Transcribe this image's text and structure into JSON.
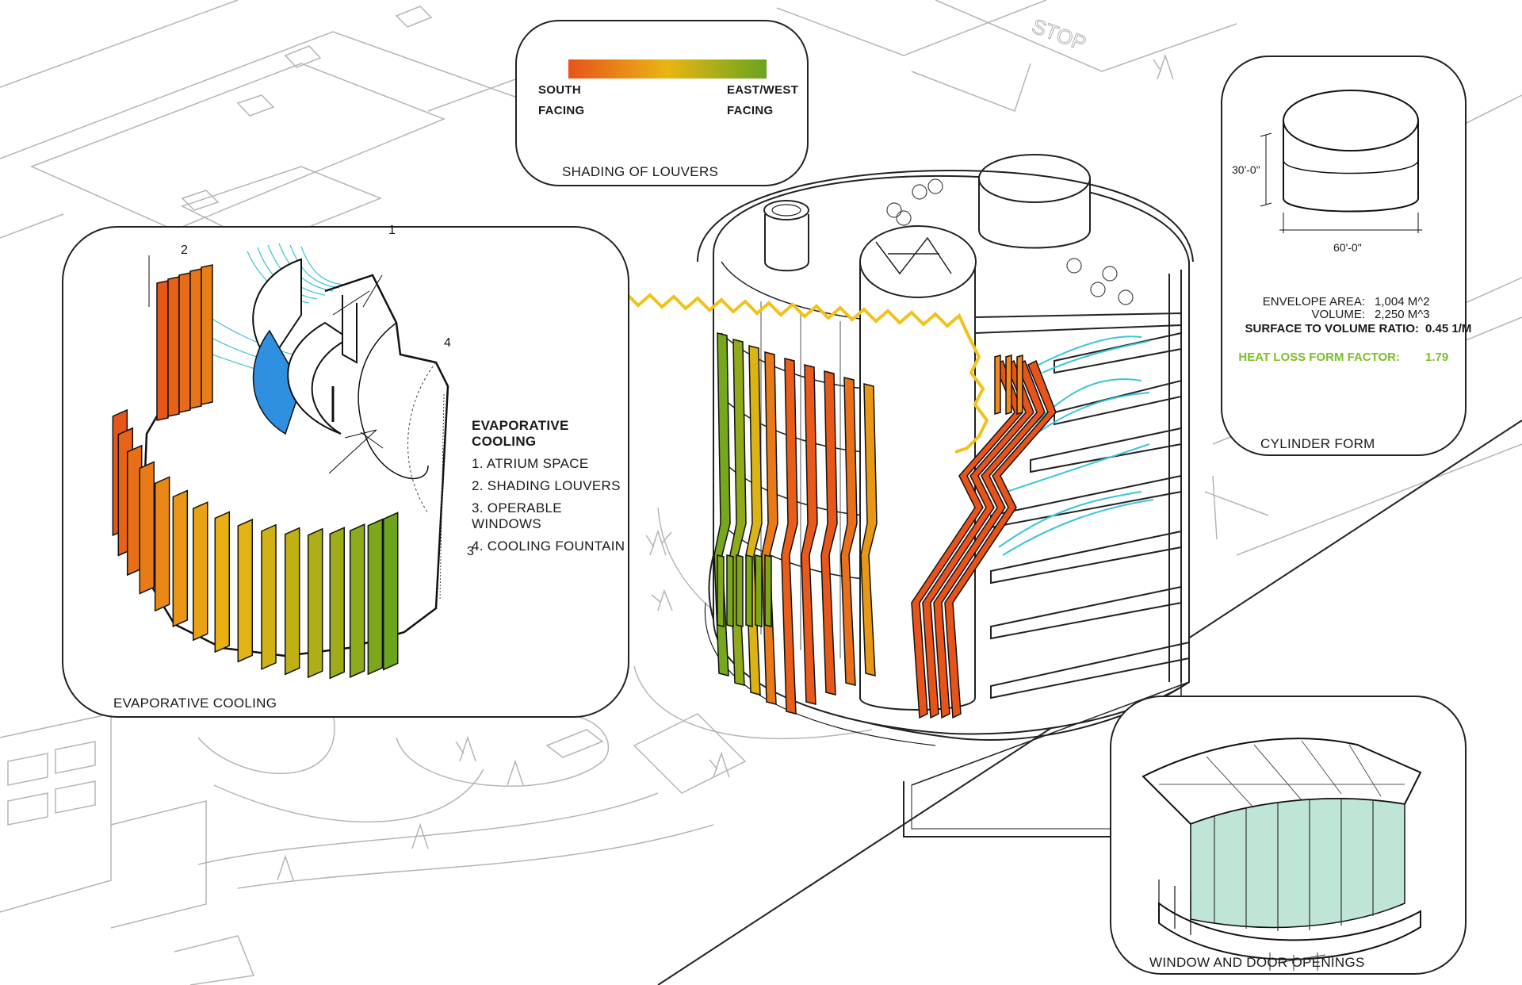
{
  "scene": {
    "stop_marking": "STOP"
  },
  "shading_panel": {
    "south_label_line1": "SOUTH",
    "south_label_line2": "FACING",
    "east_label_line1": "EAST/WEST",
    "east_label_line2": "FACING",
    "caption": "SHADING OF LOUVERS",
    "gradient_colors": [
      "#e8531a",
      "#e9b513",
      "#69a51d"
    ]
  },
  "evap_panel": {
    "title": "EVAPORATIVE COOLING",
    "items": [
      "1. ATRIUM SPACE",
      "2. SHADING LOUVERS",
      "3. OPERABLE WINDOWS",
      "4. COOLING FOUNTAIN"
    ],
    "callouts": [
      "1",
      "2",
      "3",
      "4"
    ],
    "caption": "EVAPORATIVE COOLING",
    "colors": {
      "airflow": "#3cc4d8",
      "fountain": "#2f8fe0",
      "south": "#e8531a",
      "east_west": "#69a51d"
    }
  },
  "cylinder_panel": {
    "dim_height": "30'-0\"",
    "dim_width": "60'-0\"",
    "envelope_label": "ENVELOPE AREA:",
    "envelope_value": "1,004 M^2",
    "volume_label": "VOLUME:",
    "volume_value": "2,250 M^3",
    "ratio_label": "SURFACE TO VOLUME RATIO:",
    "ratio_value": "0.45  1/M",
    "heat_label": "HEAT LOSS FORM FACTOR:",
    "heat_value": "1.79",
    "caption": "CYLINDER FORM",
    "heat_color": "#7cbf2a"
  },
  "window_panel": {
    "caption": "WINDOW AND DOOR OPENINGS",
    "glass_color": "#bfe5d7"
  }
}
